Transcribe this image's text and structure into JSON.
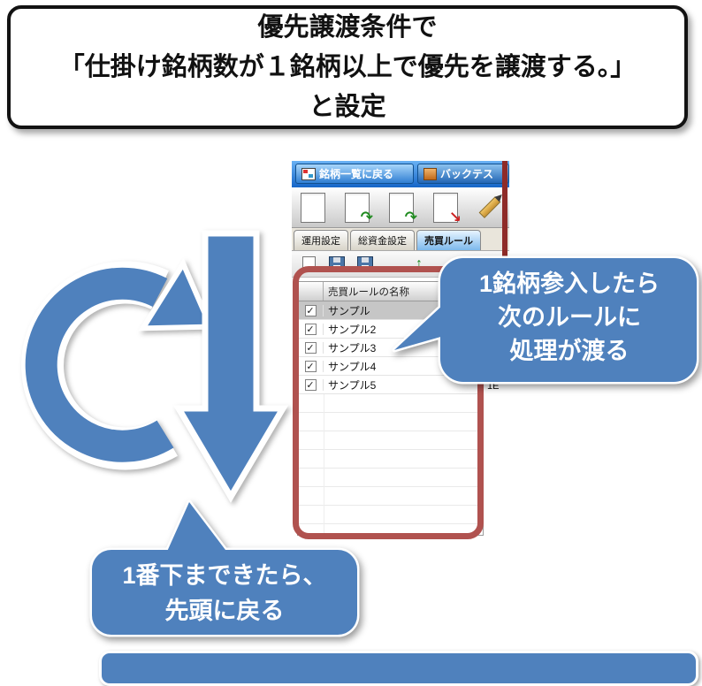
{
  "title_box": {
    "lines": [
      "優先譲渡条件で",
      "「仕掛け銘柄数が１銘柄以上で優先を譲渡する。」",
      "と設定"
    ]
  },
  "app": {
    "nav_tabs": [
      {
        "label": "銘柄一覧に戻る"
      },
      {
        "label": "バックテス"
      }
    ],
    "setting_tabs": [
      {
        "label": "運用設定"
      },
      {
        "label": "総資金設定"
      },
      {
        "label": "売買ルール"
      }
    ],
    "rule_table": {
      "name_header": "売買ルールの名称",
      "rows": [
        {
          "name": "サンプル",
          "checked": true,
          "selected": true
        },
        {
          "name": "サンプル2",
          "checked": true,
          "selected": false
        },
        {
          "name": "サンプル3",
          "checked": true,
          "selected": false
        },
        {
          "name": "サンプル4",
          "checked": true,
          "selected": false
        },
        {
          "name": "サンプル5",
          "checked": true,
          "selected": false
        }
      ]
    },
    "right_panel_partial_text": "1E"
  },
  "callouts": {
    "right_bubble": {
      "lines": [
        "1銘柄参入したら",
        "次のルールに",
        "処理が渡る"
      ]
    },
    "bottom_bubble": {
      "lines": [
        "1番下まできたら、",
        "先頭に戻る"
      ]
    }
  },
  "icons": {
    "check": "✓",
    "green_curved_arrow": "↷",
    "red_down_arrow": "↘",
    "up_arrow": "↑"
  },
  "colors": {
    "callout_blue": "#4f81bd",
    "annotation_red": "#b0524f",
    "titlebar_blue": "#1565c8"
  }
}
